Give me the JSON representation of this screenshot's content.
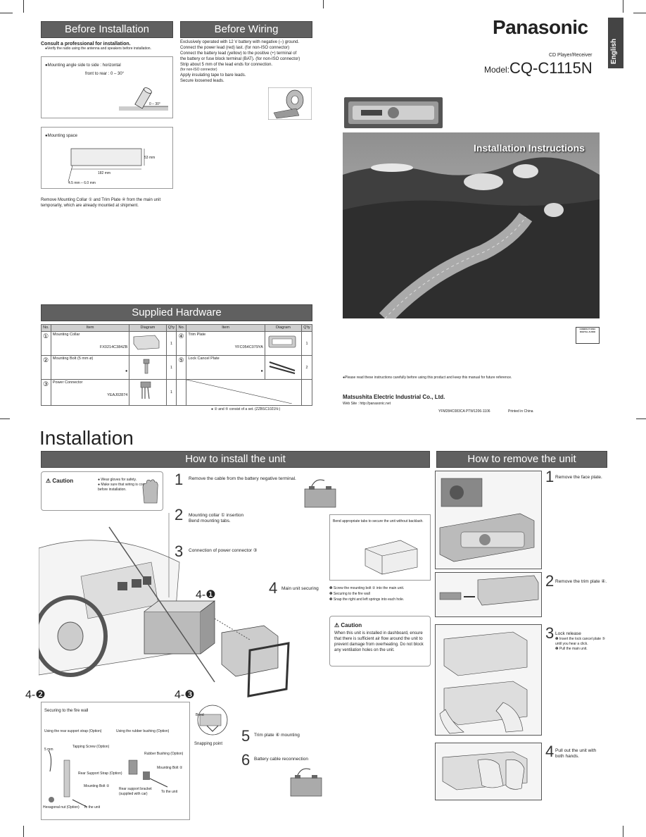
{
  "brand": "Panasonic",
  "language_tab": "English",
  "product_type": "CD Player/Receiver",
  "model_label": "Model:",
  "model": "CQ-C1115N",
  "cover_title": "Installation Instructions",
  "before_installation": {
    "title": "Before Installation",
    "intro": "Consult a professional for installation.",
    "intro_sub": "●Verify the radio using the antenna and speakers before installation.",
    "angle_title": "●Mounting angle  side to side   : horizontal",
    "angle_front": "front to rear  : 0 – 30°",
    "angle_label": "0 – 30°",
    "space_title": "●Mounting space",
    "dim_height": "53 mm",
    "dim_width": "182 mm",
    "dim_thick": "4.5 mm – 6.0 mm",
    "note": "Remove Mounting Collar ① and Trim Plate ④ from the main unit temporarily, which are already mounted at shipment."
  },
  "before_wiring": {
    "title": "Before Wiring",
    "lines": [
      "Exclusively operated with 12 V battery with negative (–) ground.",
      "Connect the power lead (red) last. (for non-ISO connector)",
      "Connect the battery lead (yellow) to the positive (+) terminal of",
      "the battery or fuse block terminal (BAT). (for non-ISO connector)",
      "Strip about 5 mm of the lead ends for connection.",
      "(for non-ISO connector)",
      "Apply insulating tape to bare leads.",
      "Secure loosened leads."
    ]
  },
  "supplied_hardware": {
    "title": "Supplied Hardware",
    "headers": [
      "No.",
      "Item",
      "Diagram",
      "Q'ty",
      "No.",
      "Item",
      "Diagram",
      "Q'ty"
    ],
    "rows": [
      {
        "no": "①",
        "item": "Mounting Collar",
        "part": "FX0214C384ZB",
        "qty": "1",
        "no2": "④",
        "item2": "Trim Plate",
        "part2": "YFC054C079YA",
        "qty2": "1"
      },
      {
        "no": "②",
        "item": "Mounting Bolt (5 mm ø)",
        "part": "●",
        "qty": "1",
        "no2": "⑤",
        "item2": "Lock Cancel Plate",
        "part2": "●",
        "qty2": "2"
      },
      {
        "no": "③",
        "item": "Power Connector",
        "part": "YEAJ02874",
        "qty": "1",
        "no2": "",
        "item2": "",
        "part2": "",
        "qty2": ""
      }
    ],
    "footnote": "● ② and ⑤ consist of a set. (ZZBSC1021N-)"
  },
  "cover_note": "●Please read these instructions carefully before using this product and keep this manual for future reference.",
  "company": "Matsushita Electric Industrial Co., Ltd.",
  "website": "Web Site : http://panasonic.net",
  "doc_code": "YFM284C083CA  PTW1206-1106",
  "printed": "Printed in China",
  "cd_logo": "COMPACT DISC DIGITAL AUDIO",
  "installation_title": "Installation",
  "how_install": {
    "title": "How to install the unit",
    "caution_title": "Caution",
    "caution_lines": [
      "● Wear gloves for safety.",
      "● Make sure that wiring is complete",
      "   before installation."
    ],
    "steps": [
      {
        "num": "1",
        "text": "Remove the cable from the battery negative terminal."
      },
      {
        "num": "2",
        "text": "Mounting collar ① insertion\nBend mounting tabs."
      },
      {
        "num": "3",
        "text": "Connection of power connector ③"
      },
      {
        "num": "4",
        "text": "Main unit securing"
      },
      {
        "num": "5",
        "text": "Trim plate ④ mounting"
      },
      {
        "num": "6",
        "text": "Battery cable reconnection"
      }
    ],
    "step4_label": "4-❶",
    "step4_label2": "4-❷",
    "step4_label3": "4-❸",
    "step4_items": [
      "❶ Screw the mounting bolt ② into the main unit.",
      "❷ Securing to the fire wall",
      "❸ Snap the right and left springs into each hole."
    ],
    "bend_box": "Bend appropriate tabs to secure the unit without backlash.",
    "caution2_title": "Caution",
    "caution2_text": "When this unit is installed in dashboard, ensure that there is sufficient air flow around the unit to prevent damage from overheating. Do not block any ventilation holes on the unit.",
    "firewall_title": "Securing to the fire wall",
    "firewall_left": "Using the rear support strap (Option)",
    "firewall_right": "Using the rubber bushing (Option)",
    "fw_labels": [
      "5 mm",
      "Tapping Screw (Option)",
      "Rear Support Strap (Option)",
      "Mounting Bolt ②",
      "Hexagonal nut (Option)",
      "To the unit",
      "Rubber Bushing (Option)",
      "Mounting Bolt ②",
      "Rear support bracket (supplied with car)",
      "To the unit"
    ],
    "bend_label": "Bend",
    "snapping": "Snapping point"
  },
  "how_remove": {
    "title": "How to remove the unit",
    "steps": [
      {
        "num": "1",
        "text": "Remove the face plate."
      },
      {
        "num": "2",
        "text": "Remove the trim plate ④."
      },
      {
        "num": "3",
        "text": "Lock release",
        "sub": [
          "❶ Insert the lock cancel plate ⑤ until you hear a click.",
          "❷ Pull the main unit."
        ]
      },
      {
        "num": "4",
        "text": "Pull out the unit with both hands."
      }
    ]
  }
}
